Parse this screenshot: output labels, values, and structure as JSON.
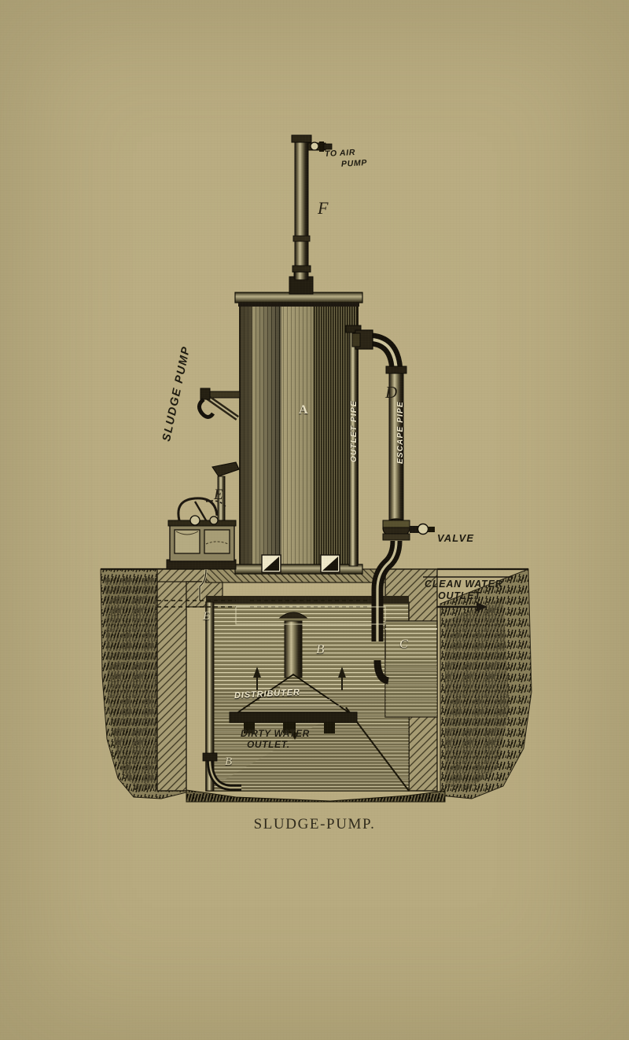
{
  "plate": {
    "caption": "SLUDGE-PUMP.",
    "background_color": "#b8ab80",
    "ink_color": "#241f14"
  },
  "labels": {
    "to_air_line1": "TO AIR",
    "to_air_line2": "PUMP",
    "sludge_pump": "SLUDGE PUMP",
    "outlet_pipe": "OUTLET PIPE",
    "escape_pipe": "ESCAPE PIPE",
    "valve": "VALVE",
    "clean_water_line1": "CLEAN WATER",
    "clean_water_line2": "OUTLET",
    "distributer": "DISTRIBUTER",
    "dirty_water_line1": "DIRTY WATER",
    "dirty_water_line2": "OUTLET.",
    "mark_A": "A",
    "mark_B_tank": "B",
    "mark_B_lower": "B",
    "mark_C": "C",
    "mark_D": "D",
    "mark_E_upper": "E",
    "mark_E_lower": "E",
    "mark_F": "F"
  }
}
